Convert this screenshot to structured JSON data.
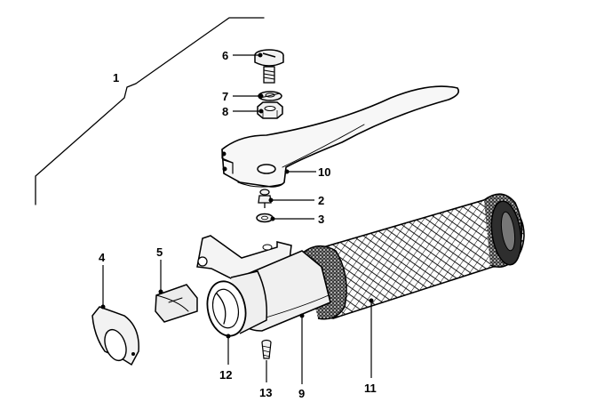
{
  "diagram": {
    "type": "exploded-parts-diagram",
    "part_labels": [
      "1",
      "2",
      "3",
      "4",
      "5",
      "6",
      "7",
      "8",
      "9",
      "10",
      "11",
      "12",
      "13"
    ],
    "parts": [
      {
        "number": "1",
        "depicts": "handlebar-assembly-bracket"
      },
      {
        "number": "2",
        "depicts": "grease-nipple"
      },
      {
        "number": "3",
        "depicts": "washer"
      },
      {
        "number": "4",
        "depicts": "clamp-ring"
      },
      {
        "number": "5",
        "depicts": "cable-guide-piece"
      },
      {
        "number": "6",
        "depicts": "pivot-bolt"
      },
      {
        "number": "7",
        "depicts": "lock-washer"
      },
      {
        "number": "8",
        "depicts": "hex-nut"
      },
      {
        "number": "9",
        "depicts": "throttle-tube"
      },
      {
        "number": "10",
        "depicts": "hand-lever"
      },
      {
        "number": "11",
        "depicts": "handlebar-grip"
      },
      {
        "number": "12",
        "depicts": "throttle-slider"
      },
      {
        "number": "13",
        "depicts": "set-screw"
      }
    ],
    "colors": {
      "ink": "#000000",
      "background": "#ffffff",
      "metal": "#f2f2f2"
    }
  }
}
